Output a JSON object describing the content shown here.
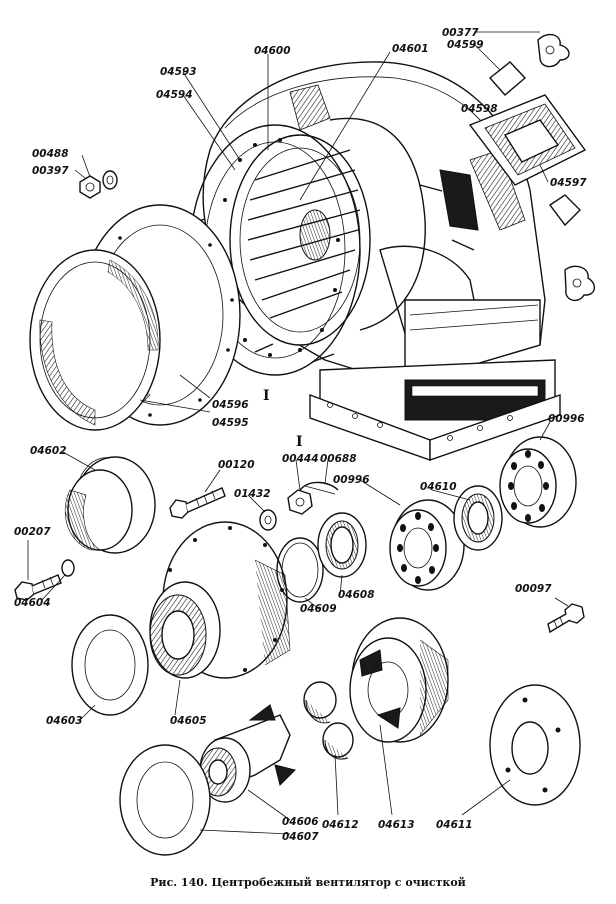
{
  "caption": "Рис. 140. Центробежный вентилятор с очисткой",
  "section_marks": [
    "I",
    "I"
  ],
  "part_labels": [
    "00377",
    "04599",
    "04598",
    "04597",
    "04600",
    "04601",
    "04593",
    "04594",
    "00488",
    "00397",
    "04596",
    "04595",
    "04602",
    "00120",
    "00444",
    "00688",
    "00996",
    "04610",
    "00996",
    "01432",
    "00207",
    "04604",
    "04609",
    "04608",
    "00097",
    "04603",
    "04605",
    "04606",
    "04607",
    "04612",
    "04613",
    "04611"
  ]
}
